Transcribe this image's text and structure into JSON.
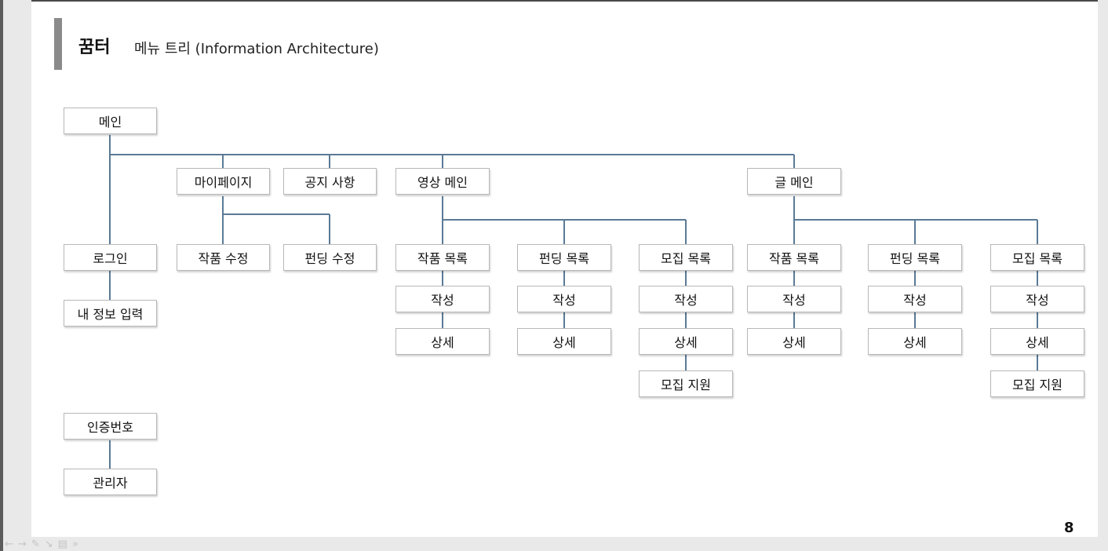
{
  "header": {
    "title": "꿈터",
    "subtitle": "메뉴 트리 (Information Architecture)"
  },
  "page_number": "8",
  "tree": {
    "main": "메인",
    "login": "로그인",
    "my_info": "내 정보 입력",
    "auth_code": "인증번호",
    "admin": "관리자",
    "mypage": "마이페이지",
    "notice": "공지 사항",
    "video_main": "영상 메인",
    "text_main": "글 메인",
    "mypage_edit_work": "작품 수정",
    "mypage_edit_funding": "펀딩 수정",
    "video_works": "작품 목록",
    "video_funding": "펀딩 목록",
    "video_recruit": "모집 목록",
    "text_works": "작품 목록",
    "text_funding": "펀딩 목록",
    "text_recruit": "모집 목록",
    "write": "작성",
    "detail": "상세",
    "recruit_apply": "모집 지원"
  },
  "colors": {
    "connector": "#5a7a96",
    "node_border": "#b8b8b8"
  },
  "viewer_icons": [
    "back-arrow-icon",
    "forward-arrow-icon",
    "pen-icon",
    "pointer-icon",
    "menu-icon",
    "more-icon"
  ]
}
